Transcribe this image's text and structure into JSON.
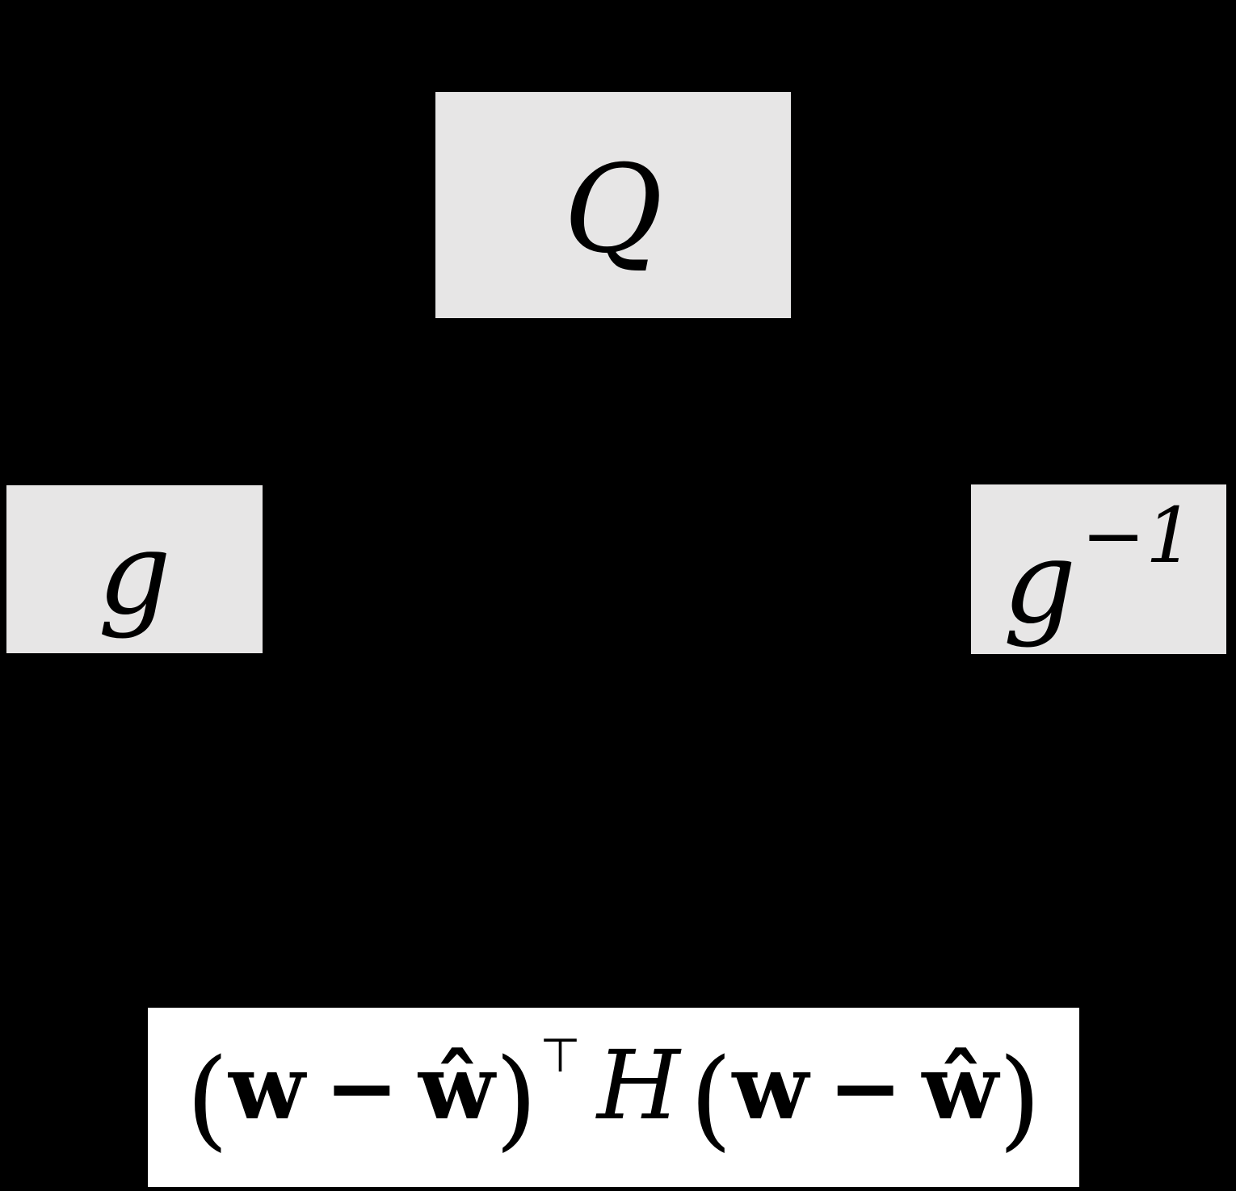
{
  "diagram": {
    "background_color": "#000000",
    "node_fill_color": "#e7e6e6",
    "formula_fill_color": "#ffffff",
    "text_color": "#000000",
    "nodes": {
      "quantization": {
        "label": "Q"
      },
      "transform": {
        "label": "g"
      },
      "inverse_transform": {
        "base": "g",
        "superscript": "−1"
      }
    },
    "formula": {
      "lparen_1": "(",
      "w_1": "w",
      "minus_1": "−",
      "w_hat_1": "ŵ",
      "rparen_1": ")",
      "transpose": "⊤",
      "hessian": "H",
      "lparen_2": "(",
      "w_2": "w",
      "minus_2": "−",
      "w_hat_2": "ŵ",
      "rparen_2": ")"
    }
  }
}
